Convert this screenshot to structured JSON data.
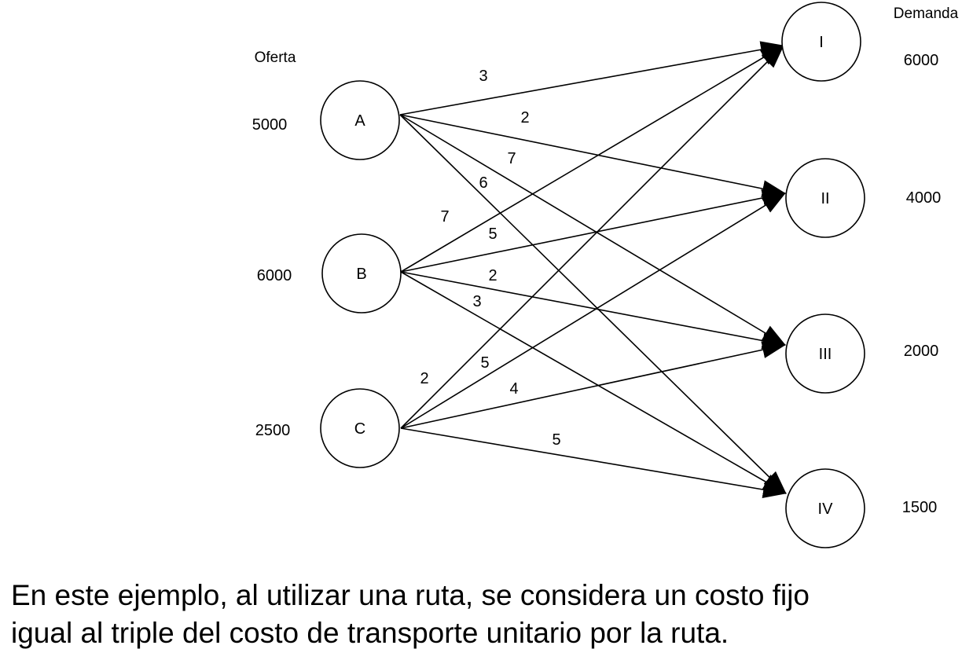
{
  "headers": {
    "supply": "Oferta",
    "demand": "Demanda"
  },
  "sources": [
    {
      "id": "A",
      "supply": "5000"
    },
    {
      "id": "B",
      "supply": "6000"
    },
    {
      "id": "C",
      "supply": "2500"
    }
  ],
  "destinations": [
    {
      "id": "I",
      "demand": "6000"
    },
    {
      "id": "II",
      "demand": "4000"
    },
    {
      "id": "III",
      "demand": "2000"
    },
    {
      "id": "IV",
      "demand": "1500"
    }
  ],
  "routes": [
    {
      "from": "A",
      "to": "I",
      "cost": "3"
    },
    {
      "from": "A",
      "to": "II",
      "cost": "2"
    },
    {
      "from": "A",
      "to": "III",
      "cost": "7"
    },
    {
      "from": "A",
      "to": "IV",
      "cost": "6"
    },
    {
      "from": "B",
      "to": "I",
      "cost": "7"
    },
    {
      "from": "B",
      "to": "II",
      "cost": "5"
    },
    {
      "from": "B",
      "to": "III",
      "cost": "2"
    },
    {
      "from": "B",
      "to": "IV",
      "cost": "3"
    },
    {
      "from": "C",
      "to": "I",
      "cost": "2"
    },
    {
      "from": "C",
      "to": "II",
      "cost": "5"
    },
    {
      "from": "C",
      "to": "III",
      "cost": "4"
    },
    {
      "from": "C",
      "to": "IV",
      "cost": "5"
    }
  ],
  "caption": {
    "line1": "En este ejemplo, al utilizar una ruta, se considera un costo fijo",
    "line2": "igual al triple del costo de transporte unitario por la ruta."
  }
}
